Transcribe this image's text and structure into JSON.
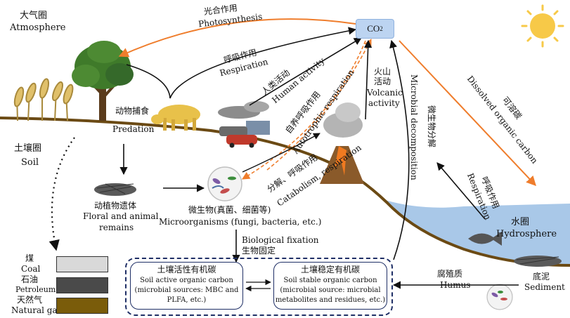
{
  "atmosphere": {
    "zh": "大气圈",
    "en": "Atmosphere"
  },
  "soil": {
    "zh": "土壤圈",
    "en": "Soil"
  },
  "hydrosphere": {
    "zh": "水圈",
    "en": "Hydrosphere"
  },
  "co2": {
    "label": "CO",
    "sub": "2"
  },
  "photosynthesis": {
    "zh": "光合作用",
    "en": "Photosynthesis"
  },
  "respiration_plant": {
    "zh": "呼吸作用",
    "en": "Respiration"
  },
  "human_activity": {
    "zh": "人类活动",
    "en": "Human activity"
  },
  "autotrophic": {
    "zh": "自养呼吸作用",
    "en": "Autotrophic respiration"
  },
  "volcanic": {
    "zh": "火山",
    "zh2": "活动",
    "en": "Volcanic",
    "en2": "activity"
  },
  "catabolism": {
    "zh": "分解、呼吸作用",
    "en": "Catabolism, respiration"
  },
  "microbial_decomp": {
    "zh": "微生物分解",
    "en": "Microbial decomposition"
  },
  "dissolved": {
    "zh": "可溶碳",
    "en": "Dissolved organic carbon"
  },
  "respiration_water": {
    "zh": "呼吸作用",
    "en": "Respiration"
  },
  "predation": {
    "zh": "动物捕食",
    "en": "Predation"
  },
  "remains": {
    "zh": "动植物遗体",
    "en1": "Floral and animal",
    "en2": "remains"
  },
  "microorganisms": {
    "zh": "微生物(真菌、细菌等)",
    "en": "Microorganisms (fungi, bacteria, etc.)"
  },
  "fixation": {
    "en": "Biological fixation",
    "zh": "生物固定"
  },
  "active_carbon": {
    "zh": "土壤活性有机碳",
    "en": "Soil active organic carbon",
    "src1": "(microbial sources: MBC and",
    "src2": "PLFA, etc.)"
  },
  "stable_carbon": {
    "zh": "土壤稳定有机碳",
    "en": "Soil stable organic carbon",
    "src1": "(microbial source: microbial",
    "src2": "metabolites and residues, etc.)"
  },
  "humus": {
    "zh": "腐殖质",
    "en": "Humus"
  },
  "sediment": {
    "zh": "底泥",
    "en": "Sediment"
  },
  "fossil": [
    {
      "zh": "煤",
      "en": "Coal",
      "color": "#d9d9d9"
    },
    {
      "zh": "石油",
      "en": "Petroleum",
      "color": "#4a4a4a"
    },
    {
      "zh": "天然气",
      "en": "Natural gas",
      "color": "#7a5c0a"
    }
  ],
  "colors": {
    "ground": "#6b4a14",
    "water": "#a9c8e8",
    "orange": "#ef7d2c",
    "navy": "#1f2f66",
    "sun": "#f7c948"
  }
}
